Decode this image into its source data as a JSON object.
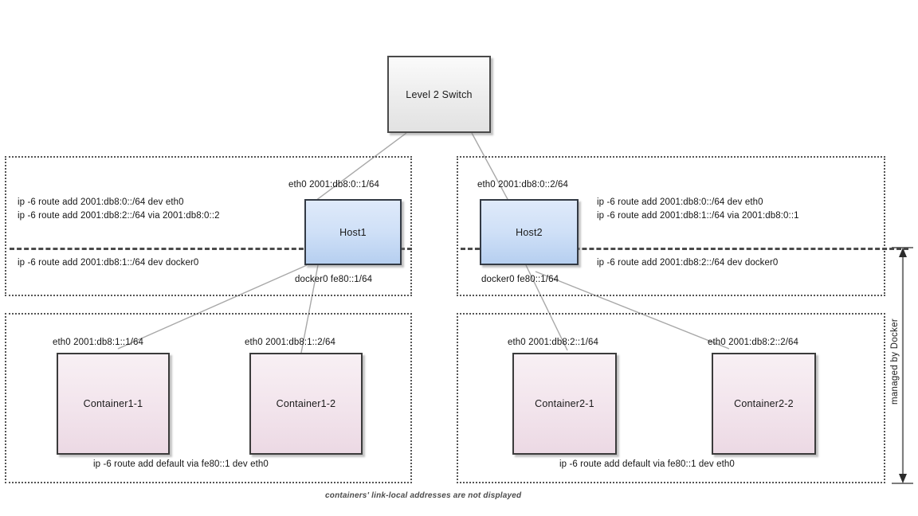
{
  "diagram": {
    "title_caption": "containers' link-local addresses are not displayed",
    "managed_label": "managed by Docker",
    "colors": {
      "host_fill": "#cfe0f7",
      "container_fill": "#f2e4ec",
      "switch_fill": "#ececec",
      "border": "#3a3a3a",
      "connector": "#9a9a9a",
      "group_border": "#555555",
      "separator": "#4b4b4b"
    }
  },
  "switch": {
    "label": "Level 2 Switch"
  },
  "hosts": [
    {
      "name": "Host1",
      "eth0_label": "eth0 2001:db8:0::1/64",
      "docker0_label": "docker0 fe80::1/64",
      "routes_above": [
        "ip -6 route add 2001:db8:0::/64 dev eth0",
        "ip -6 route add 2001:db8:2::/64 via 2001:db8:0::2"
      ],
      "routes_below": [
        "ip -6 route add 2001:db8:1::/64 dev docker0"
      ]
    },
    {
      "name": "Host2",
      "eth0_label": "eth0 2001:db8:0::2/64",
      "docker0_label": "docker0 fe80::1/64",
      "routes_above": [
        "ip -6 route add 2001:db8:0::/64 dev eth0",
        "ip -6 route add 2001:db8:1::/64 via 2001:db8:0::1"
      ],
      "routes_below": [
        "ip -6 route add 2001:db8:2::/64 dev docker0"
      ]
    }
  ],
  "container_groups": [
    {
      "default_route": "ip -6 route add default via fe80::1 dev eth0",
      "containers": [
        {
          "name": "Container1-1",
          "eth0_label": "eth0 2001:db8:1::1/64"
        },
        {
          "name": "Container1-2",
          "eth0_label": "eth0 2001:db8:1::2/64"
        }
      ]
    },
    {
      "default_route": "ip -6 route add default via fe80::1 dev eth0",
      "containers": [
        {
          "name": "Container2-1",
          "eth0_label": "eth0 2001:db8:2::1/64"
        },
        {
          "name": "Container2-2",
          "eth0_label": "eth0 2001:db8:2::2/64"
        }
      ]
    }
  ]
}
